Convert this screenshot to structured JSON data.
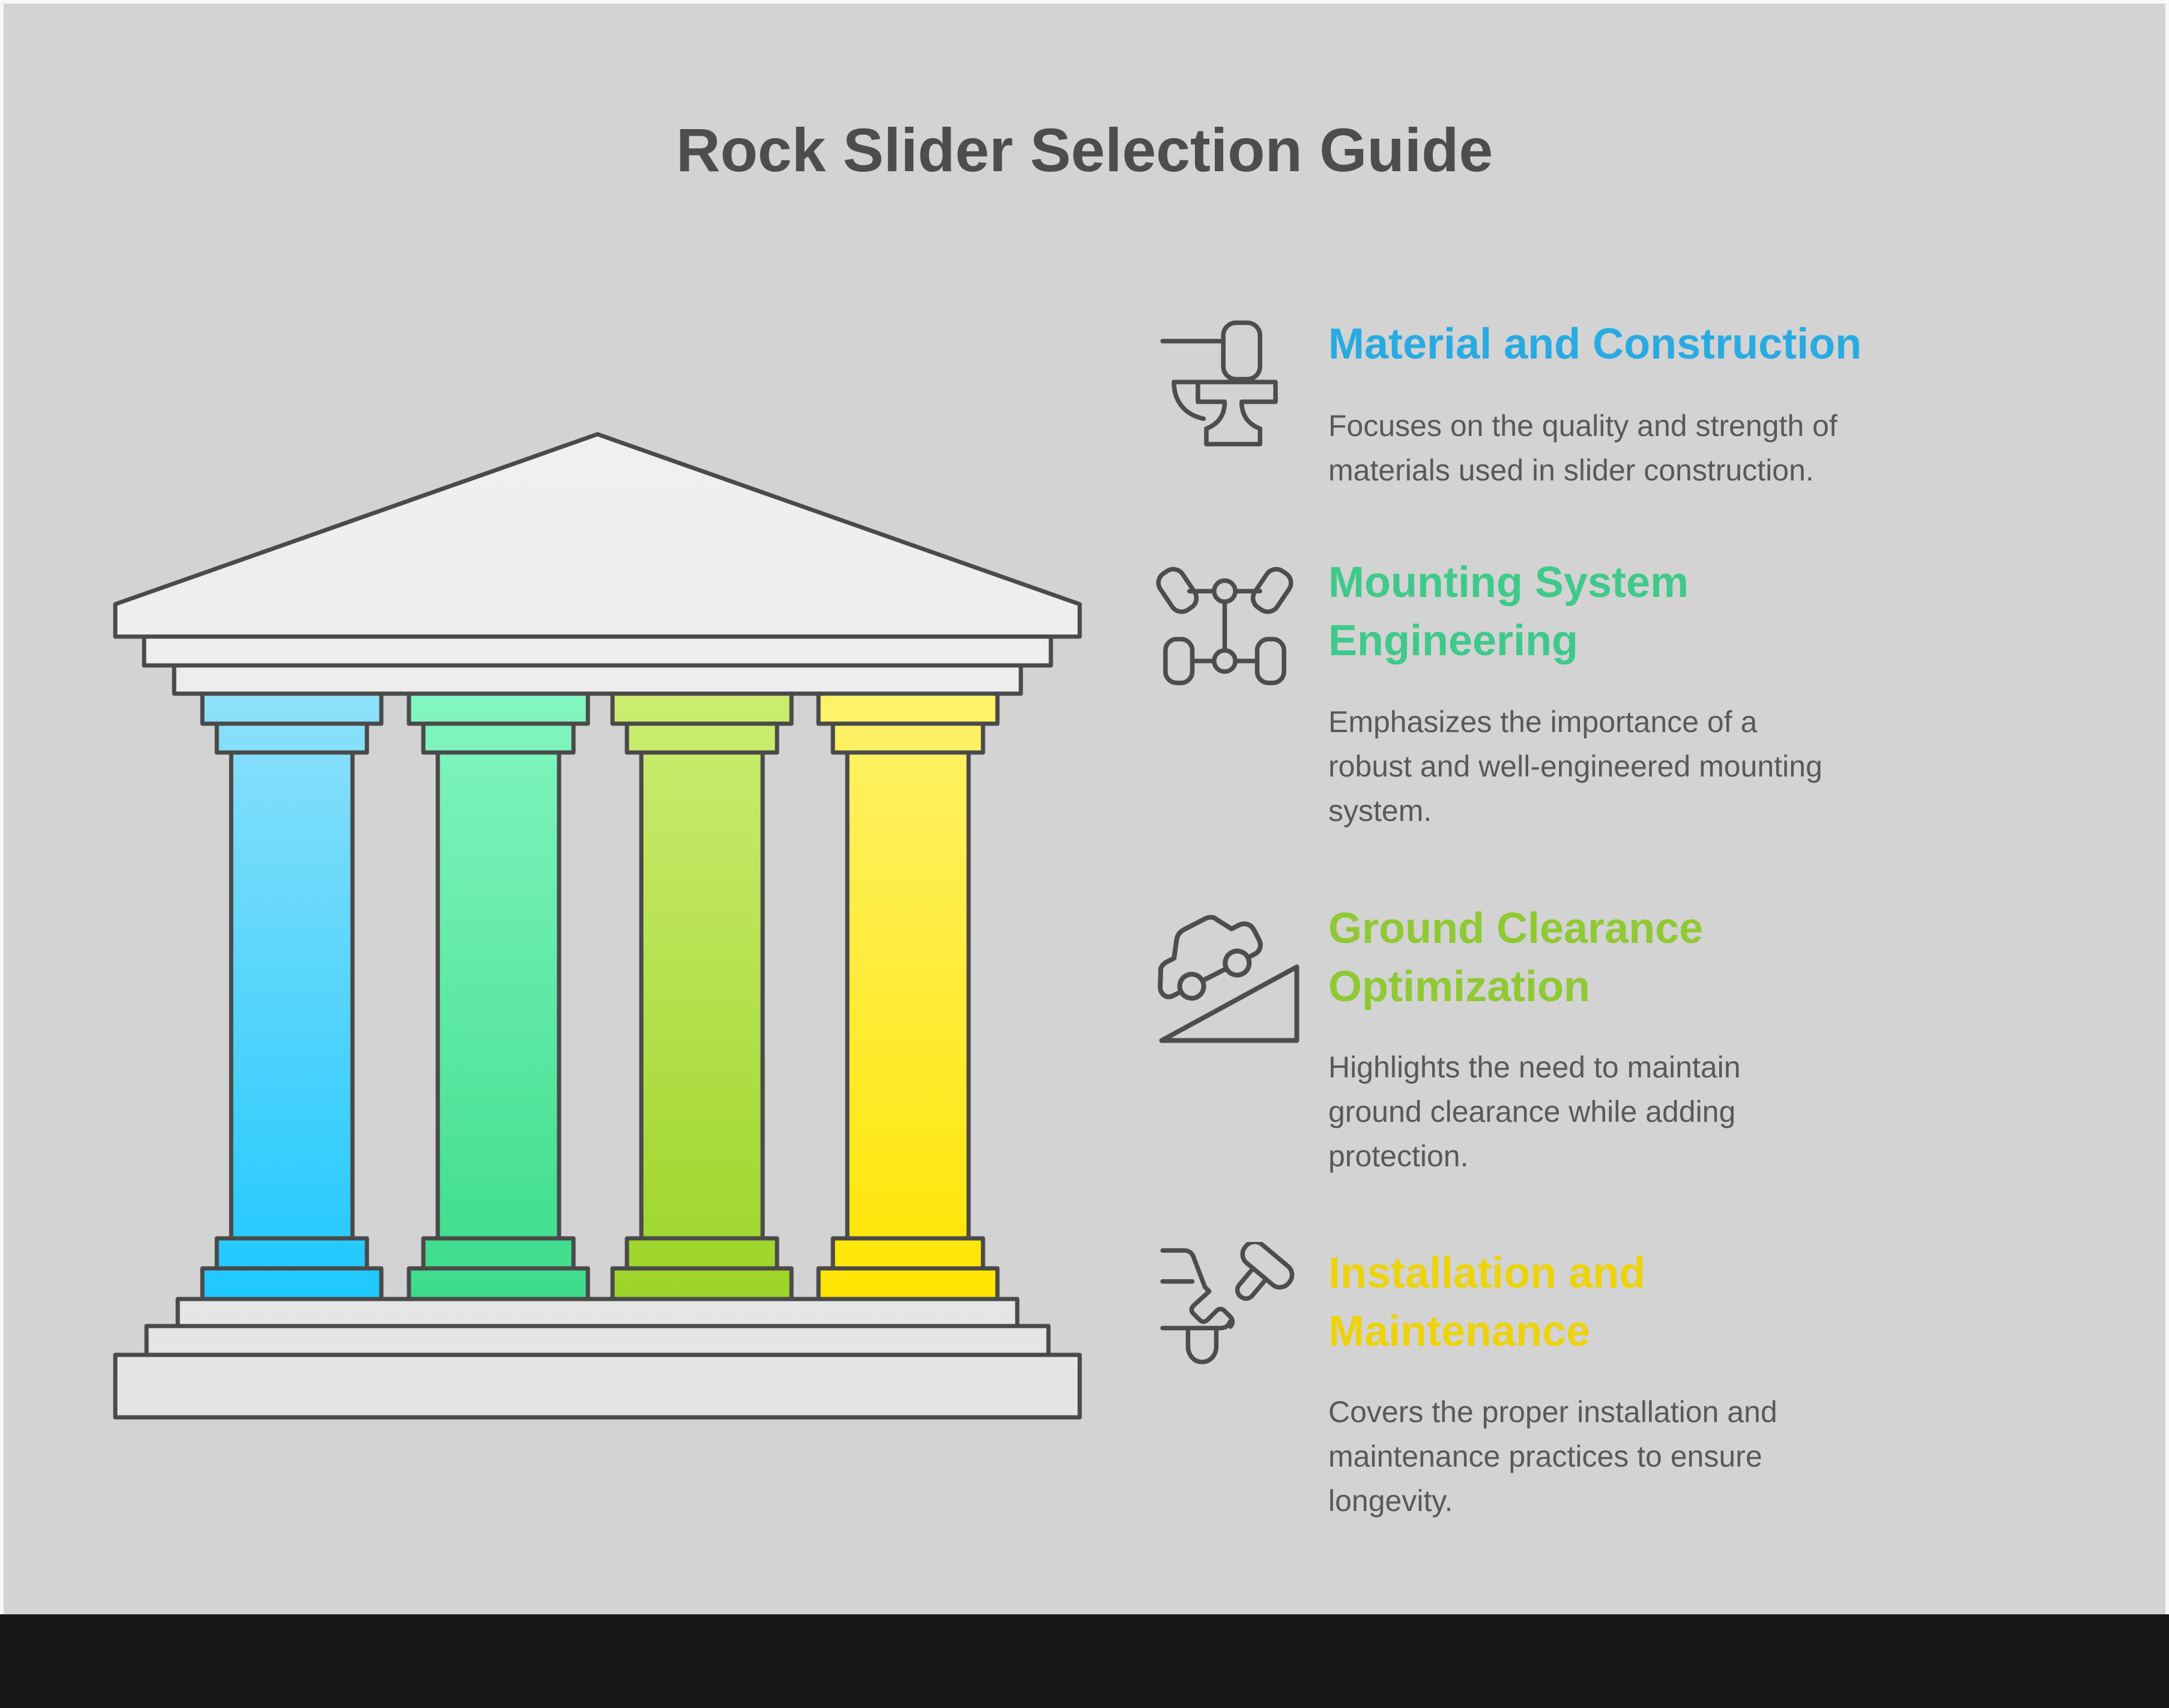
{
  "title": "Rock Slider Selection Guide",
  "theme": {
    "background": "#D3D3D3",
    "frame": "#F8F8F8",
    "footer_bar": "#181818",
    "outline": "#4A4A4A",
    "title_color": "#4D4D4D",
    "body_text_color": "#58595B"
  },
  "temple": {
    "pillars": [
      {
        "name": "blue",
        "top": "#8EE1FA",
        "bottom": "#1EC8FE"
      },
      {
        "name": "green",
        "top": "#83F6C0",
        "bottom": "#3CDC8B"
      },
      {
        "name": "lime",
        "top": "#CBED71",
        "bottom": "#9DD428"
      },
      {
        "name": "yellow",
        "top": "#FFF26B",
        "bottom": "#FFE502"
      }
    ]
  },
  "sections": [
    {
      "icon": "anvil-hammer-icon",
      "color": "#29ABE2",
      "heading_lines": [
        "Material and Construction"
      ],
      "description_lines": [
        "Focuses on the quality and strength of",
        "materials used in slider construction."
      ]
    },
    {
      "icon": "vehicle-chassis-icon",
      "color": "#3FC98B",
      "heading_lines": [
        "Mounting System",
        "Engineering"
      ],
      "description_lines": [
        "Emphasizes the importance of a",
        "robust and well-engineered mounting",
        "system."
      ]
    },
    {
      "icon": "car-on-slope-icon",
      "color": "#8FC933",
      "heading_lines": [
        "Ground Clearance",
        "Optimization"
      ],
      "description_lines": [
        "Highlights the need to maintain",
        "ground clearance while adding",
        "protection."
      ]
    },
    {
      "icon": "wrench-hammer-icon",
      "color": "#EDD30D",
      "heading_lines": [
        "Installation and",
        "Maintenance"
      ],
      "description_lines": [
        "Covers the proper installation and",
        "maintenance practices to ensure",
        "longevity."
      ]
    }
  ]
}
